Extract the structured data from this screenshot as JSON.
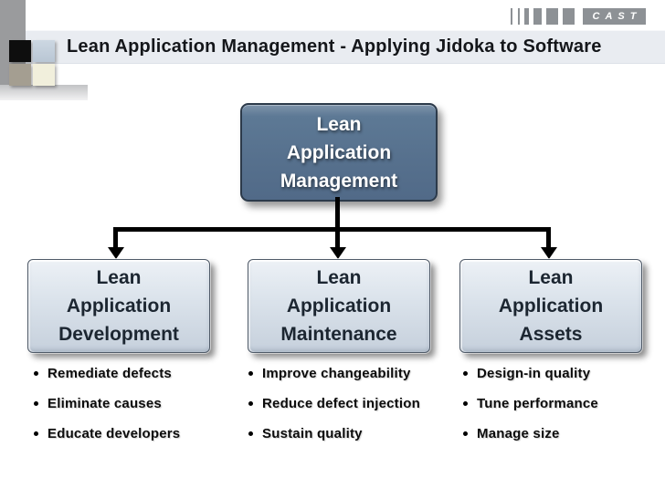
{
  "title": "Lean Application Management - Applying Jidoka to Software",
  "logo": {
    "text": "CAST"
  },
  "root_box": "Lean\nApplication\nManagement",
  "columns": [
    {
      "box": "Lean\nApplication\nDevelopment",
      "bullets": [
        "Remediate defects",
        "Eliminate causes",
        "Educate developers"
      ]
    },
    {
      "box": "Lean\nApplication\nMaintenance",
      "bullets": [
        "Improve changeability",
        "Reduce defect injection",
        "Sustain quality"
      ]
    },
    {
      "box": "Lean\nApplication\nAssets",
      "bullets": [
        "Design-in quality",
        "Tune performance",
        "Manage size"
      ]
    }
  ],
  "colors": {
    "dark_box": "#56708d",
    "dark_box_border": "#2c3a4a",
    "light_box": "#d4dde6",
    "light_box_border": "#4f5a68",
    "connector": "#000000",
    "title_band": "#e9ecf1",
    "logo_gray": "#8d9195",
    "decor_gray": "#9a9b9d",
    "decor_steel": "#c3cfdc",
    "decor_taupe": "#a49e91",
    "decor_cream": "#f1efdc"
  }
}
